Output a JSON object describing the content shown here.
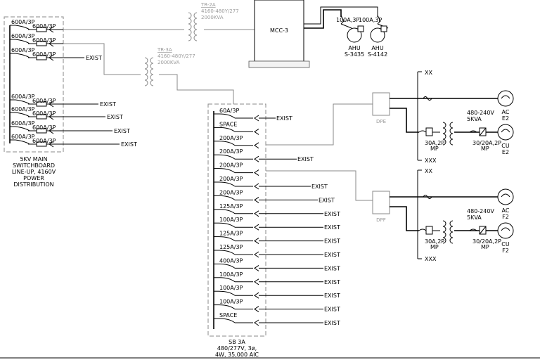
{
  "swbd": {
    "breakers": [
      {
        "a": "600A/3P",
        "b": "600A/3P",
        "tag": ""
      },
      {
        "a": "600A/3P",
        "b": "600A/3P",
        "tag": ""
      },
      {
        "a": "600A/3P",
        "b": "600A/3P",
        "tag": "EXIST"
      },
      {
        "a": "600A/3P",
        "b": "600A/3P",
        "tag": "EXIST"
      },
      {
        "a": "600A/3P",
        "b": "600A/3P",
        "tag": "EXIST"
      },
      {
        "a": "600A/3P",
        "b": "600A/3P",
        "tag": "EXIST"
      },
      {
        "a": "600A/3P",
        "b": "600A/3P",
        "tag": "EXIST"
      }
    ],
    "label_lines": [
      "5KV MAIN",
      "SWITCHBOARD",
      "LINE-UP, 4160V",
      "POWER",
      "DISTRIBUTION"
    ]
  },
  "tr2a": {
    "tag": "TR-2A",
    "voltage": "4160-480Y/277",
    "kva": "2000KVA"
  },
  "tr3a": {
    "tag": "TR-3A",
    "voltage": "4160-480Y/277",
    "kva": "2000KVA"
  },
  "mcc": {
    "label": "MCC-3"
  },
  "ahus": [
    {
      "breaker": "100A,3P",
      "l1": "AHU",
      "l2": "S-3435"
    },
    {
      "breaker": "100A,3P",
      "l1": "AHU",
      "l2": "S-4142"
    }
  ],
  "sb3a": {
    "breakers": [
      {
        "label": "60A/3P",
        "tag": "EXIST"
      },
      {
        "label": "SPACE",
        "tag": ""
      },
      {
        "label": "200A/3P",
        "tag": ""
      },
      {
        "label": "200A/3P",
        "tag": "EXIST"
      },
      {
        "label": "200A/3P",
        "tag": ""
      },
      {
        "label": "200A/3P",
        "tag": "EXIST"
      },
      {
        "label": "200A/3P",
        "tag": "EXIST"
      },
      {
        "label": "125A/3P",
        "tag": "EXIST"
      },
      {
        "label": "100A/3P",
        "tag": "EXIST"
      },
      {
        "label": "125A/3P",
        "tag": "EXIST"
      },
      {
        "label": "125A/3P",
        "tag": "EXIST"
      },
      {
        "label": "400A/3P",
        "tag": "EXIST"
      },
      {
        "label": "100A/3P",
        "tag": "EXIST"
      },
      {
        "label": "100A/3P",
        "tag": "EXIST"
      },
      {
        "label": "100A/3P",
        "tag": "EXIST"
      },
      {
        "label": "SPACE",
        "tag": "EXIST"
      }
    ],
    "label_lines": [
      "SB 3A",
      "480/277V, 3ø,",
      "4W, 35,000 AIC"
    ]
  },
  "units": [
    {
      "panel": "DPE",
      "xx": "XX",
      "xxx": "XXX",
      "tx_v": "480-240V",
      "tx_kva": "5KVA",
      "brk1_a": "30A,2P",
      "brk1_b": "MP",
      "brk2_a": "30/20A,2P",
      "brk2_b": "MP",
      "ac1": "AC",
      "ac2": "E2",
      "cu1": "CU",
      "cu2": "E2"
    },
    {
      "panel": "DPF",
      "xx": "XX",
      "xxx": "XXX",
      "tx_v": "480-240V",
      "tx_kva": "5KVA",
      "brk1_a": "30A,2P",
      "brk1_b": "MP",
      "brk2_a": "30/20A,2P",
      "brk2_b": "MP",
      "ac1": "AC",
      "ac2": "F2",
      "cu1": "CU",
      "cu2": "F2"
    }
  ]
}
